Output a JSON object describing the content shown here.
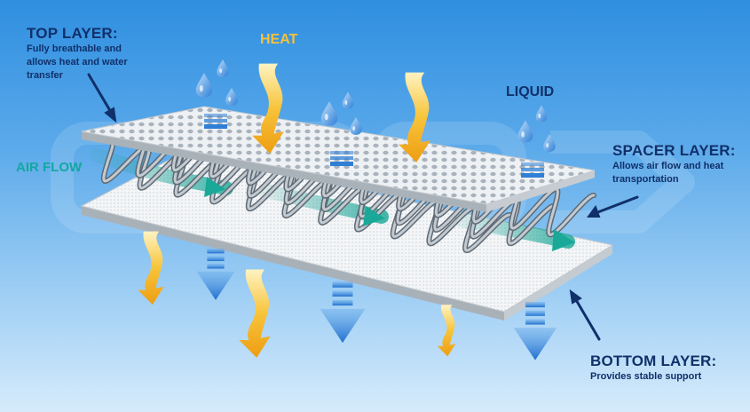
{
  "labels": {
    "top_layer": {
      "title": "TOP LAYER:",
      "desc": [
        "Fully breathable and",
        "allows heat and water",
        "transfer"
      ]
    },
    "heat": "HEAT",
    "liquid": "LIQUID",
    "air_flow": "AIR FLOW",
    "spacer_layer": {
      "title": "SPACER LAYER:",
      "desc": [
        "Allows air flow and heat",
        "transportation"
      ]
    },
    "bottom_layer": {
      "title": "BOTTOM LAYER:",
      "desc": "Provides stable support"
    }
  },
  "colors": {
    "heat_arrow": "#f4b321",
    "down_arrow": "#2f7fd6",
    "water_drop": "#4f9be3",
    "label_navy": "#10306a",
    "air_flow_teal": "#14a7a0"
  }
}
